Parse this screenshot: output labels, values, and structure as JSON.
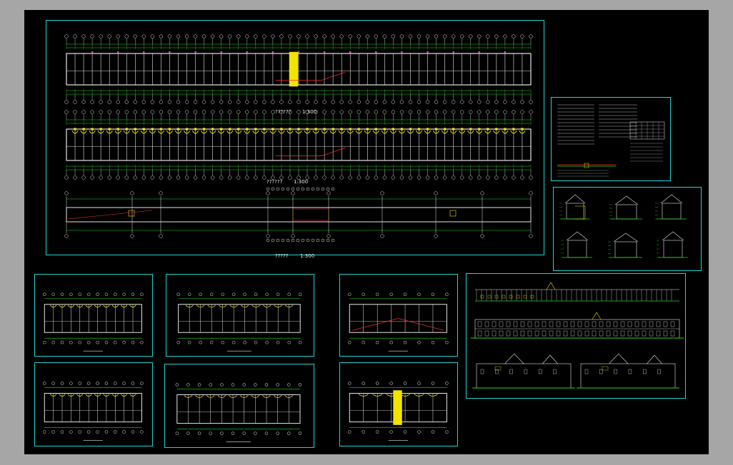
{
  "colors": {
    "frame": "#22d3d3",
    "line_white": "#e6e6e6",
    "line_green": "#1edc1e",
    "accent_yellow": "#f0e400",
    "accent_red": "#ff2a2a",
    "accent_magenta": "#e040e0",
    "background": "#000000",
    "window": "#a6a6a6"
  },
  "labels": {
    "plan_1": "??????",
    "plan_1_scale": "1:300",
    "plan_2": "??????",
    "plan_2_scale": "1:300",
    "plan_3": "?????",
    "plan_3_scale": "1:300"
  }
}
